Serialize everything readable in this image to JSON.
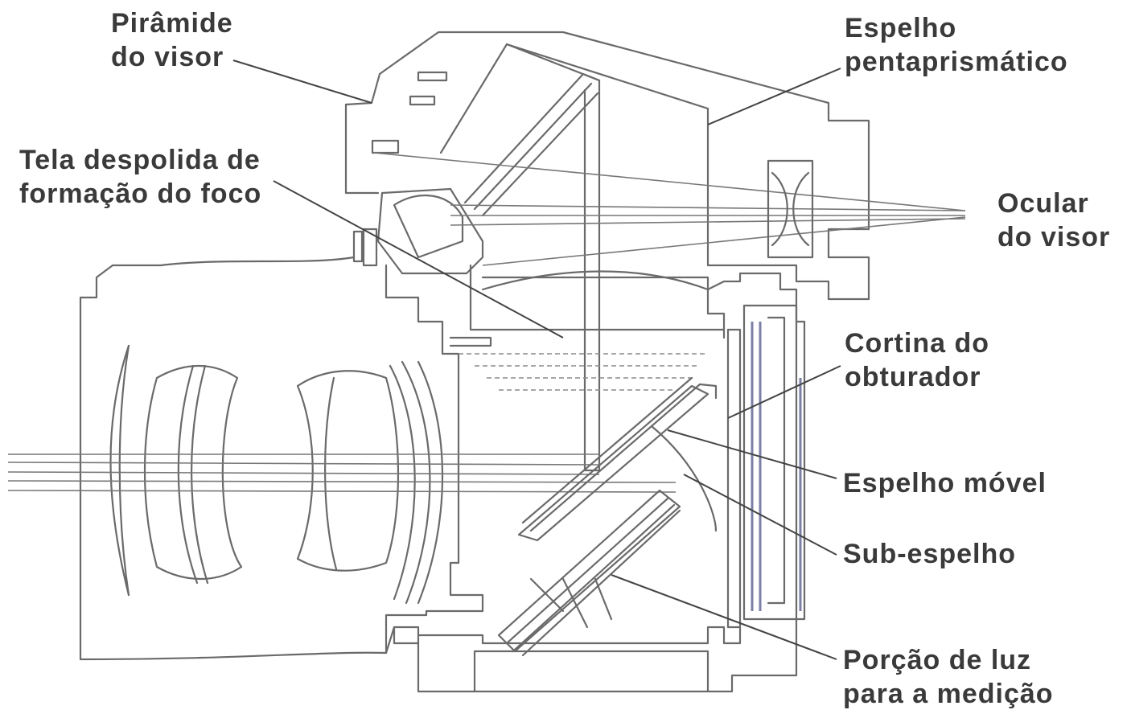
{
  "labels": {
    "viewfinder_pyramid": [
      "Pirâmide",
      "do visor"
    ],
    "pentaprism_mirror": [
      "Espelho",
      "pentaprismático"
    ],
    "focus_screen": [
      "Tela despolida de",
      "formação do foco"
    ],
    "eyepiece": [
      "Ocular",
      "do visor"
    ],
    "shutter_curtain": [
      "Cortina do",
      "obturador"
    ],
    "moving_mirror": [
      "Espelho móvel"
    ],
    "sub_mirror": [
      "Sub-espelho"
    ],
    "metering_light": [
      "Porção de luz",
      "para a medição"
    ]
  },
  "colors": {
    "line": "#6a6a6a",
    "text": "#3a3a3a",
    "shutter_accent": "#7b7fa6"
  }
}
